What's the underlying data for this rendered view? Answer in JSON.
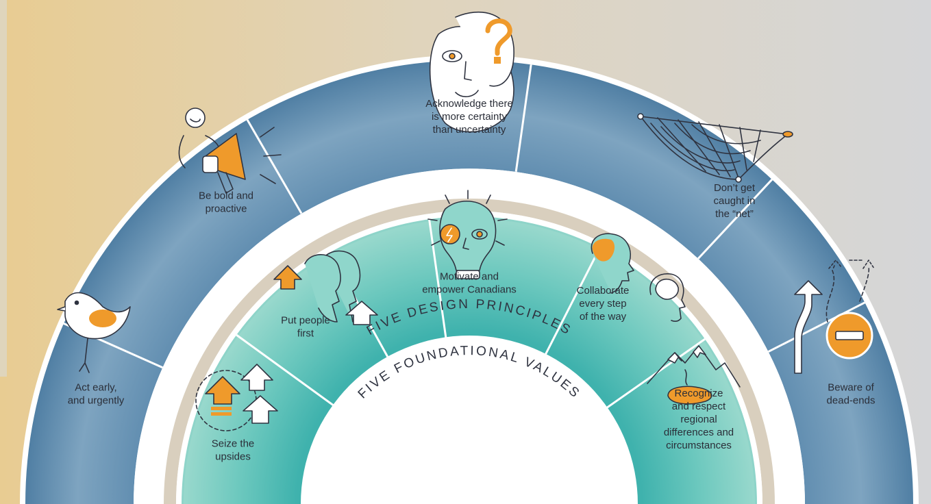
{
  "outer_ring": {
    "title": "FIVE DESIGN PRINCIPLES",
    "segments": [
      {
        "lines": [
          "Act early,",
          "and urgently"
        ],
        "icon": "bird-icon"
      },
      {
        "lines": [
          "Be bold and",
          "proactive"
        ],
        "icon": "megaphone-icon"
      },
      {
        "lines": [
          "Acknowledge there",
          "is more certainty",
          "than uncertainty"
        ],
        "icon": "question-head-icon"
      },
      {
        "lines": [
          "Don’t get",
          "caught in",
          "the “net”"
        ],
        "icon": "net-icon"
      },
      {
        "lines": [
          "Beware of",
          "dead-ends"
        ],
        "icon": "dead-end-icon"
      }
    ]
  },
  "inner_ring": {
    "title": "FIVE FOUNDATIONAL VALUES",
    "segments": [
      {
        "lines": [
          "Seize the",
          "upsides"
        ],
        "icon": "upside-arrows-icon"
      },
      {
        "lines": [
          "Put people",
          "first"
        ],
        "icon": "people-arrows-icon"
      },
      {
        "lines": [
          "Motivate and",
          "empower Canadians"
        ],
        "icon": "lightbulb-head-icon"
      },
      {
        "lines": [
          "Collaborate",
          "every step",
          "of the way"
        ],
        "icon": "collaborate-heads-icon"
      },
      {
        "lines": [
          "Recognize",
          "and respect",
          "regional",
          "differences and",
          "circumstances"
        ],
        "icon": "mountain-lake-icon"
      }
    ]
  },
  "colors": {
    "background_left": "#e7cd95",
    "background_right": "#d6d7d8",
    "outer_ring_dark": "#4f7ea3",
    "outer_ring_light": "#8eb0c8",
    "inner_ring_dark": "#4db8b3",
    "inner_ring_light": "#8fd6cb",
    "accent": "#ef9a2b",
    "divider": "#ffffff",
    "line": "#2f3340"
  }
}
